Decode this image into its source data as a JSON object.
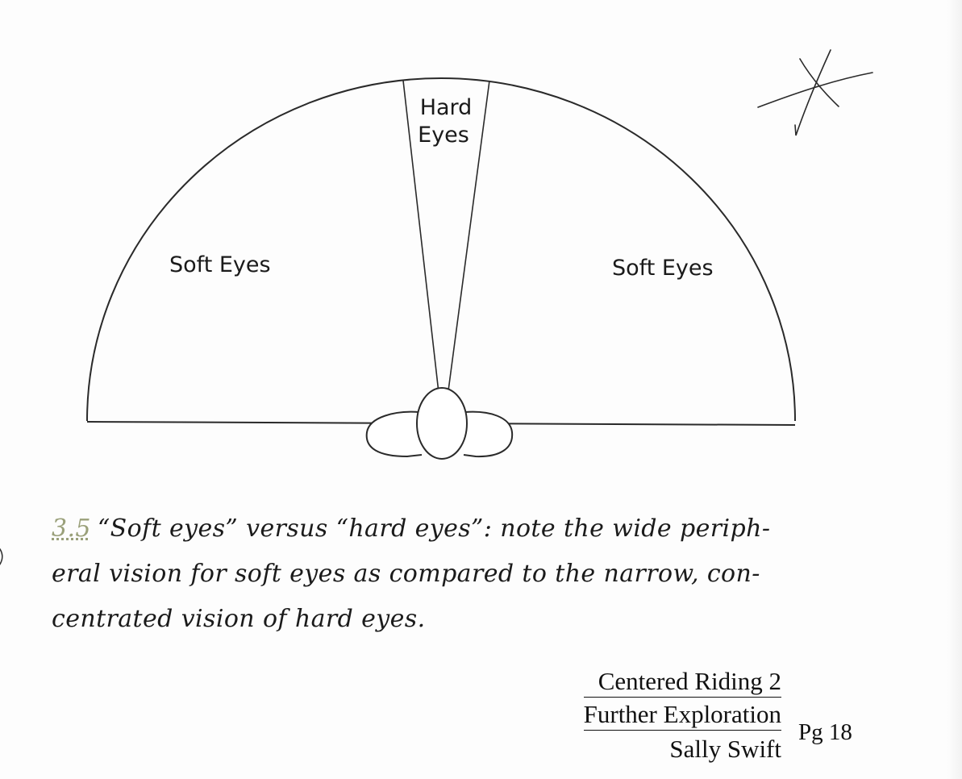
{
  "diagram": {
    "regions": [
      {
        "id": "left",
        "label": "Soft Eyes"
      },
      {
        "id": "center",
        "label_lines": [
          "Hard",
          "Eyes"
        ]
      },
      {
        "id": "right",
        "label": "Soft Eyes"
      }
    ],
    "colors": {
      "ink": "#2a2a2a",
      "figure_number": "#9aa07a"
    },
    "icons": [
      "rider-head-icon",
      "hand-drawn-x-mark-icon"
    ]
  },
  "caption": {
    "figure_number": "3.5",
    "text_lines": [
      "“Soft eyes” versus “hard eyes”: note the wide periph-",
      "eral vision for soft eyes as compared to the narrow, con-",
      "centrated vision of hard eyes."
    ]
  },
  "citation": {
    "title": "Centered Riding 2",
    "subtitle": "Further Exploration",
    "author": "Sally Swift",
    "page": "Pg 18"
  }
}
